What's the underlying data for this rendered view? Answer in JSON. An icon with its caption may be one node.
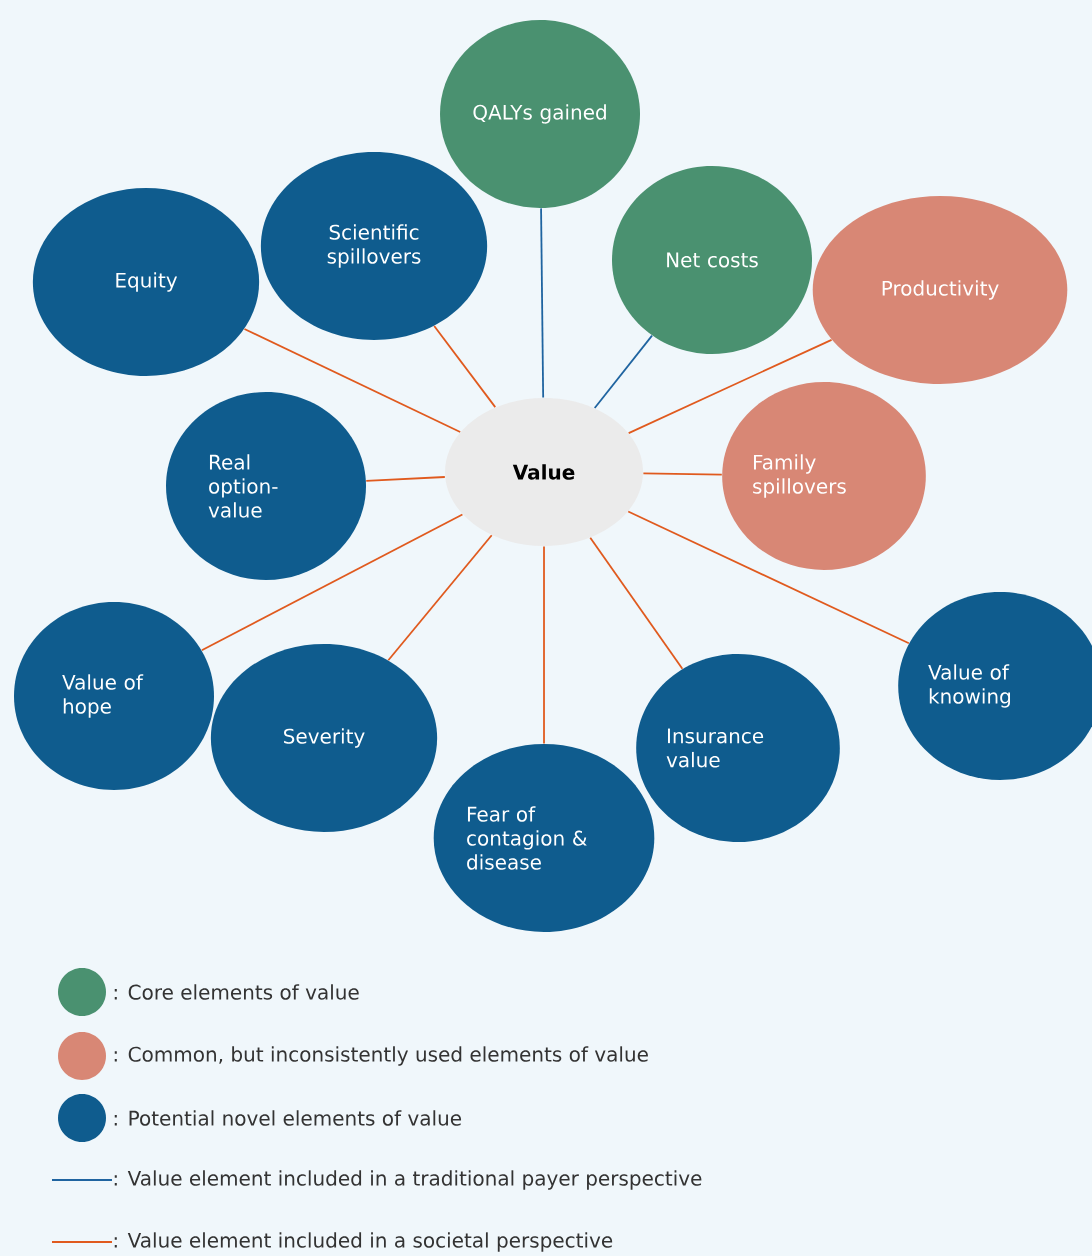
{
  "diagram": {
    "nodes": [
      {
        "text": [
          "QALYs gained"
        ]
      },
      {
        "text": [
          "Scientific spillovers"
        ]
      },
      {
        "text": [
          "Net costs"
        ]
      },
      {
        "text": [
          "Equity"
        ]
      },
      {
        "text": [
          "Productivity"
        ]
      },
      {
        "text": [
          "Value"
        ]
      },
      {
        "text": [
          "Family spillovers"
        ]
      },
      {
        "text": [
          "Real option-value"
        ]
      },
      {
        "text": [
          "Value of knowing"
        ]
      },
      {
        "text": [
          "Value of hope"
        ]
      },
      {
        "text": [
          "Severity"
        ]
      },
      {
        "text": [
          "Insurance value"
        ]
      },
      {
        "text": [
          "Fear of contagion & disease"
        ]
      }
    ],
    "edges": [
      {
        "from": 5,
        "to": 0,
        "arrow": "none",
        "color": "#1f64a0"
      },
      {
        "from": 5,
        "to": 1,
        "arrow": "none"
      },
      {
        "from": 5,
        "to": 2,
        "arrow": "none",
        "color": "#1f64a0"
      },
      {
        "from": 5,
        "to": 3,
        "arrow": "none"
      },
      {
        "from": 5,
        "to": 4,
        "arrow": "none"
      },
      {
        "from": 5,
        "to": 6,
        "arrow": "none"
      },
      {
        "from": 5,
        "to": 7,
        "arrow": "none"
      },
      {
        "from": 5,
        "to": 8,
        "arrow": "none"
      },
      {
        "from": 5,
        "to": 9,
        "arrow": "none"
      },
      {
        "from": 5,
        "to": 10,
        "arrow": "none"
      },
      {
        "from": 5,
        "to": 11,
        "arrow": "none"
      },
      {
        "from": 5,
        "to": 12,
        "arrow": "none"
      }
    ],
    "legend": [
      {
        "text": ": Core elements of value",
        "color": "#4a9170"
      },
      {
        "text": ": Common, but inconsistently used elements of value",
        "color": "#d88775"
      },
      {
        "text": ": Potential novel elements of value",
        "color": "#0f5c8e"
      },
      {
        "text": ": Value element included in a traditional payer perspective"
      },
      {
        "text": ": Value element included in a societal perspective"
      }
    ]
  }
}
